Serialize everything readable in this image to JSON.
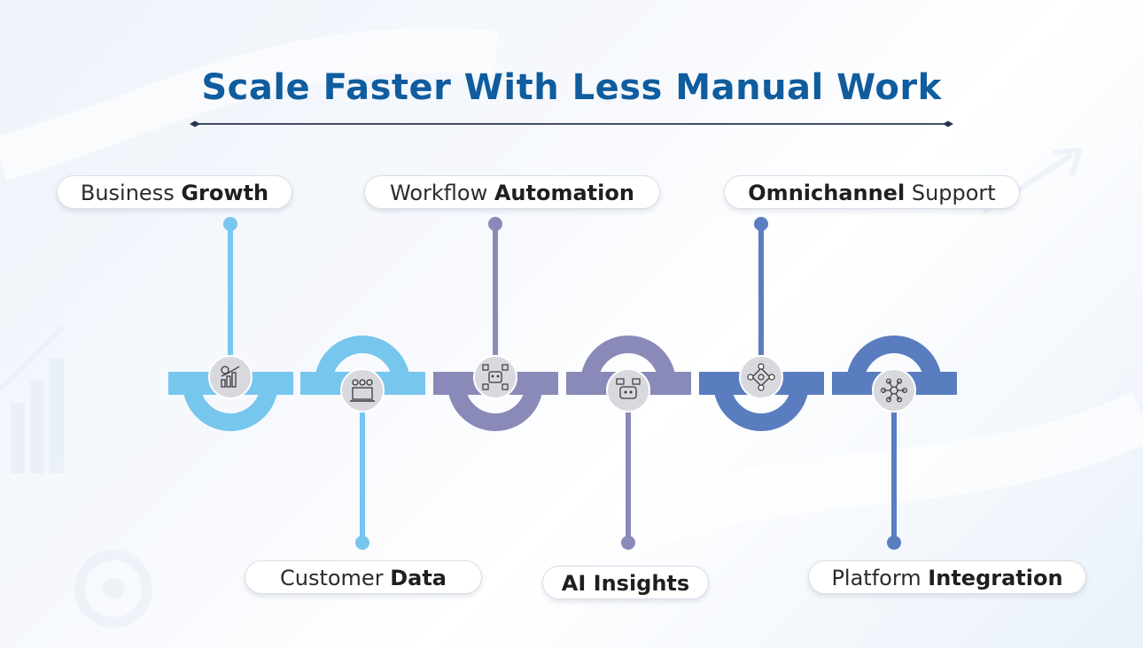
{
  "title": "Scale Faster With Less Manual Work",
  "colors": {
    "title": "#0f5c9e",
    "light_blue": "#77c6ee",
    "purple": "#8a8ab9",
    "slate_blue": "#5a7dc0",
    "icon_circle": "#d8d9de",
    "icon_stroke": "#3a3a3a"
  },
  "steps": [
    {
      "label_regular": "Business",
      "label_bold": "Growth",
      "icon": "growth-chart-icon"
    },
    {
      "label_regular": "Customer",
      "label_bold": "Data",
      "icon": "customer-data-laptop-icon"
    },
    {
      "label_regular": "Workflow",
      "label_bold": "Automation",
      "icon": "robot-automation-icon"
    },
    {
      "label_bold": "AI Insights",
      "icon": "ai-insights-icon"
    },
    {
      "label_bold": "Omnichannel",
      "label_regular": "Support",
      "icon": "omnichannel-network-icon"
    },
    {
      "label_regular": "Platform",
      "label_bold": "Integration",
      "icon": "platform-integration-hub-icon"
    }
  ]
}
